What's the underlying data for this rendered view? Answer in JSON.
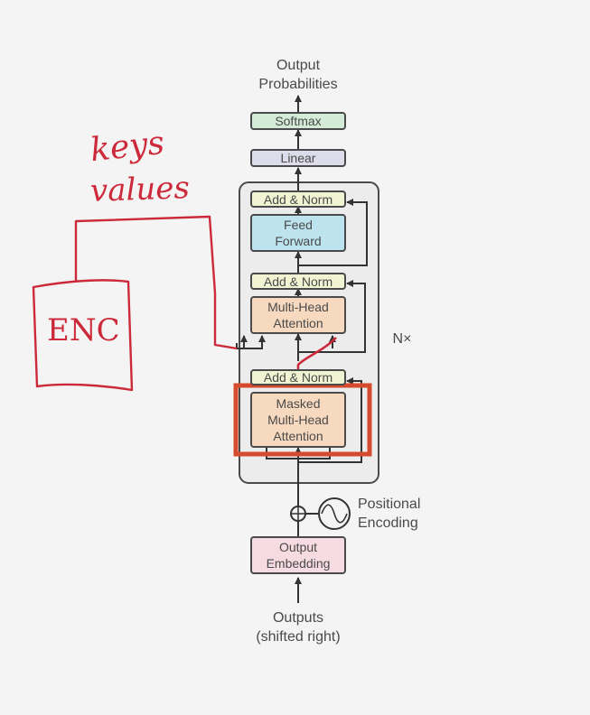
{
  "diagram": {
    "output_probabilities": [
      "Output",
      "Probabilities"
    ],
    "softmax": "Softmax",
    "linear": "Linear",
    "add_norm_top": "Add & Norm",
    "feed_forward": [
      "Feed",
      "Forward"
    ],
    "add_norm_mid": "Add & Norm",
    "multi_head_attention": [
      "Multi-Head",
      "Attention"
    ],
    "add_norm_bottom": "Add & Norm",
    "masked_attention": [
      "Masked",
      "Multi-Head",
      "Attention"
    ],
    "nx": "N×",
    "positional_encoding": [
      "Positional",
      "Encoding"
    ],
    "output_embedding": [
      "Output",
      "Embedding"
    ],
    "outputs": [
      "Outputs",
      "(shifted right)"
    ]
  },
  "annotations": {
    "keys_values": [
      "keys",
      "values"
    ],
    "enc": "ENC"
  },
  "colors": {
    "softmax_fill": "#d4ecd7",
    "linear_fill": "#dcdcea",
    "add_norm_fill": "#f1f4d2",
    "feed_forward_fill": "#bde3ef",
    "attention_fill": "#f7d9bf",
    "embedding_fill": "#f6dbe2",
    "stack_fill": "#ececec",
    "ink_red": "#cc2a3a",
    "highlight_red": "#d64a2e"
  }
}
